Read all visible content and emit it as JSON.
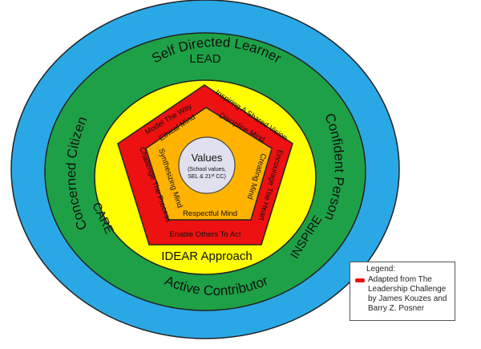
{
  "colors": {
    "outer_ring": "#2aa8e6",
    "green_ring": "#1ea146",
    "yellow_ring": "#ffff00",
    "red_pentagon": "#ee1111",
    "orange_pentagon": "#ffb300",
    "values_circle": "#e0e0ee",
    "outline": "#222222"
  },
  "outer_ring": {
    "top": "Self Directed Learner",
    "left": "Concerned Citizen",
    "right": "Confident Person",
    "bottom": "Active Contributor"
  },
  "green_ring": {
    "top": "LEAD",
    "left": "CARE",
    "right": "INSPIRE"
  },
  "yellow_ring": {
    "bottom": "IDEAR Approach"
  },
  "red_pentagon": {
    "upper_left": "Model The Way",
    "upper_right": "Inspiring A Shared Vision",
    "lower_right": "Encourage The Heart",
    "bottom": "Enable Others To Act",
    "lower_left": "Challenge The Process"
  },
  "orange_pentagon": {
    "upper_left": "Ethical Mind",
    "upper_right": "Discipline Mind",
    "lower_right": "Creating Mind",
    "bottom": "Respectful Mind",
    "lower_left": "Synthesizing Mind"
  },
  "center": {
    "title": "Values",
    "line1": "(School values,",
    "line2": "SEL & 21",
    "line2_sup": "st",
    "line2_end": " CC)"
  },
  "legend": {
    "title": "Legend:",
    "entry": "Adapted from The Leadership Challenge by James Kouzes and Barry Z. Posner",
    "entry_color": "#ee1111"
  }
}
